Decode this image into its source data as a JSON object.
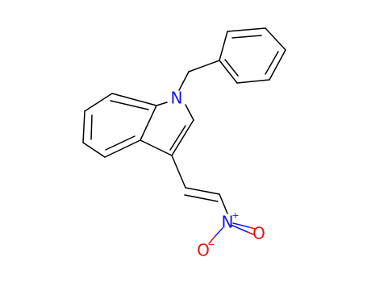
{
  "molecule": {
    "atoms": {
      "indole_n": {
        "symbol": "N",
        "charge": ""
      },
      "nitro_n": {
        "symbol": "N",
        "charge": "+"
      },
      "nitro_o_double": {
        "symbol": "O",
        "charge": ""
      },
      "nitro_o_single": {
        "symbol": "O",
        "charge": "−"
      }
    },
    "colors": {
      "bond": "#000000",
      "nitrogen": "#1414e6",
      "oxygen": "#e61414"
    }
  }
}
